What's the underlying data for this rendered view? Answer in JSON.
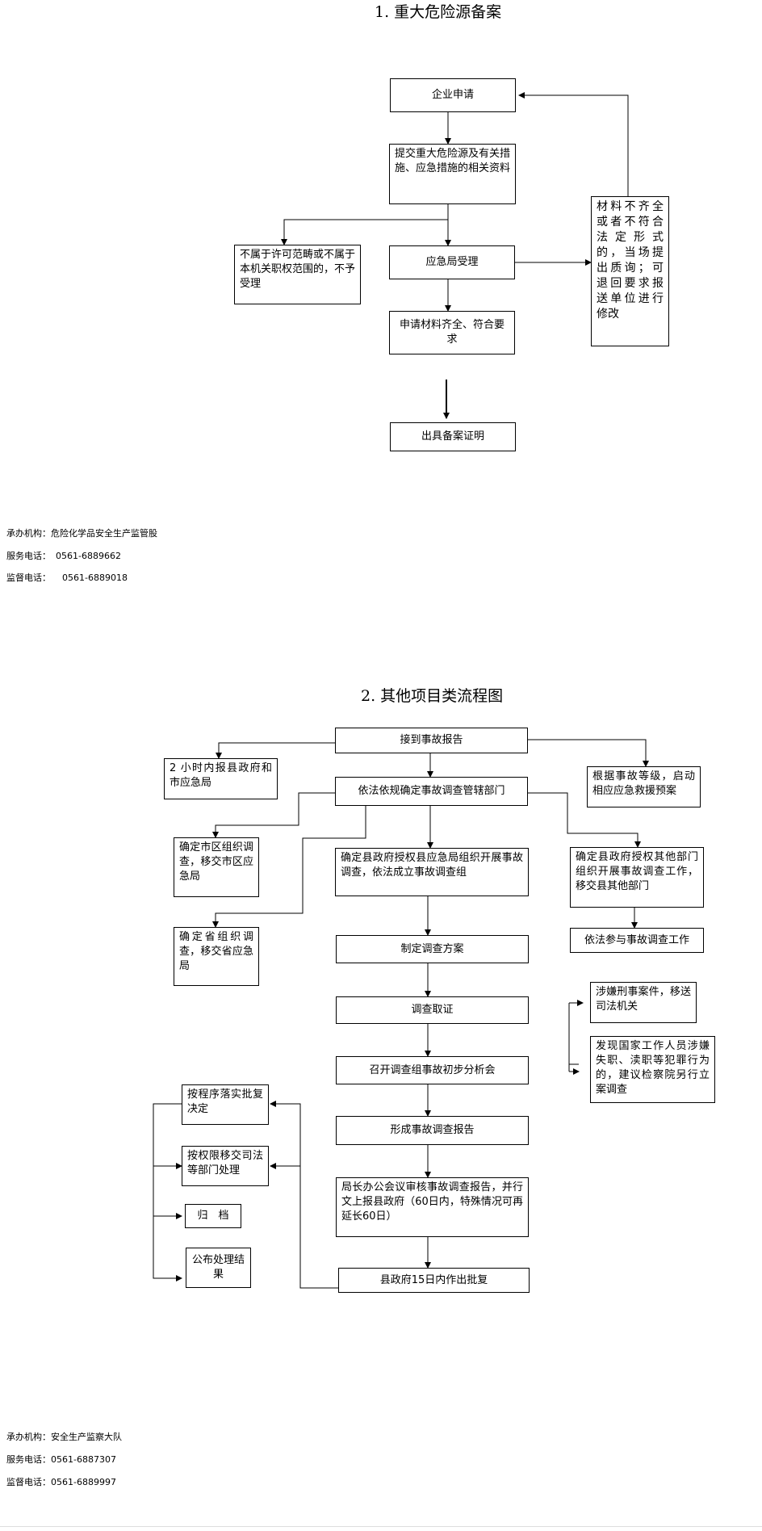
{
  "section1": {
    "title": "1. 重大危险源备案",
    "nodes": {
      "apply": "企业申请",
      "submit": "提交重大危险源及有关措施、应急措施的相关资料",
      "reject": "不属于许可范畴或不属于本机关职权范围的，不予受理",
      "accept": "应急局受理",
      "incomplete": "材料不齐全或者不符合法定形式的，当场提出质询；可退回要求报送单位进行修改",
      "complete": "申请材料齐全、符合要求",
      "certificate": "出具备案证明"
    },
    "info": {
      "org_label": "承办机构：",
      "org": "危险化学品安全生产监管股",
      "service_label": "服务电话：",
      "service": "0561-6889662",
      "supervise_label": "监督电话：",
      "supervise": "0561-6889018"
    }
  },
  "section2": {
    "title": "2. 其他项目类流程图",
    "nodes": {
      "receive": "接到事故报告",
      "report2h": "2 小时内报县政府和市应急局",
      "rescue": "根据事故等级，启动相应应急救援预案",
      "determine": "依法依规确定事故调查管辖部门",
      "city": "确定市区组织调查，移交市区应急局",
      "province": "确定省组织调查，移交省应急局",
      "county": "确定县政府授权县应急局组织开展事故调查，依法成立事故调查组",
      "other": "确定县政府授权其他部门组织开展事故调查工作，移交县其他部门",
      "participate": "依法参与事故调查工作",
      "plan": "制定调查方案",
      "evidence": "调查取证",
      "meeting": "召开调查组事故初步分析会",
      "criminal": "涉嫌刑事案件，移送司法机关",
      "misconduct": "发现国家工作人员涉嫌失职、渎职等犯罪行为的，建议检察院另行立案调查",
      "report": "形成事故调查报告",
      "review": "局长办公会议审核事故调查报告，并行文上报县政府（60日内，特殊情况可再延长60日）",
      "approve": "县政府15日内作出批复",
      "implement": "按程序落实批复决定",
      "transfer": "按权限移交司法等部门处理",
      "archive": "归　档",
      "publish": "公布处理结果"
    },
    "info": {
      "org_label": "承办机构：",
      "org": "安全生产监察大队",
      "service_label": "服务电话：",
      "service": "0561-6887307",
      "supervise_label": "监督电话：",
      "supervise": "0561-6889997"
    }
  }
}
